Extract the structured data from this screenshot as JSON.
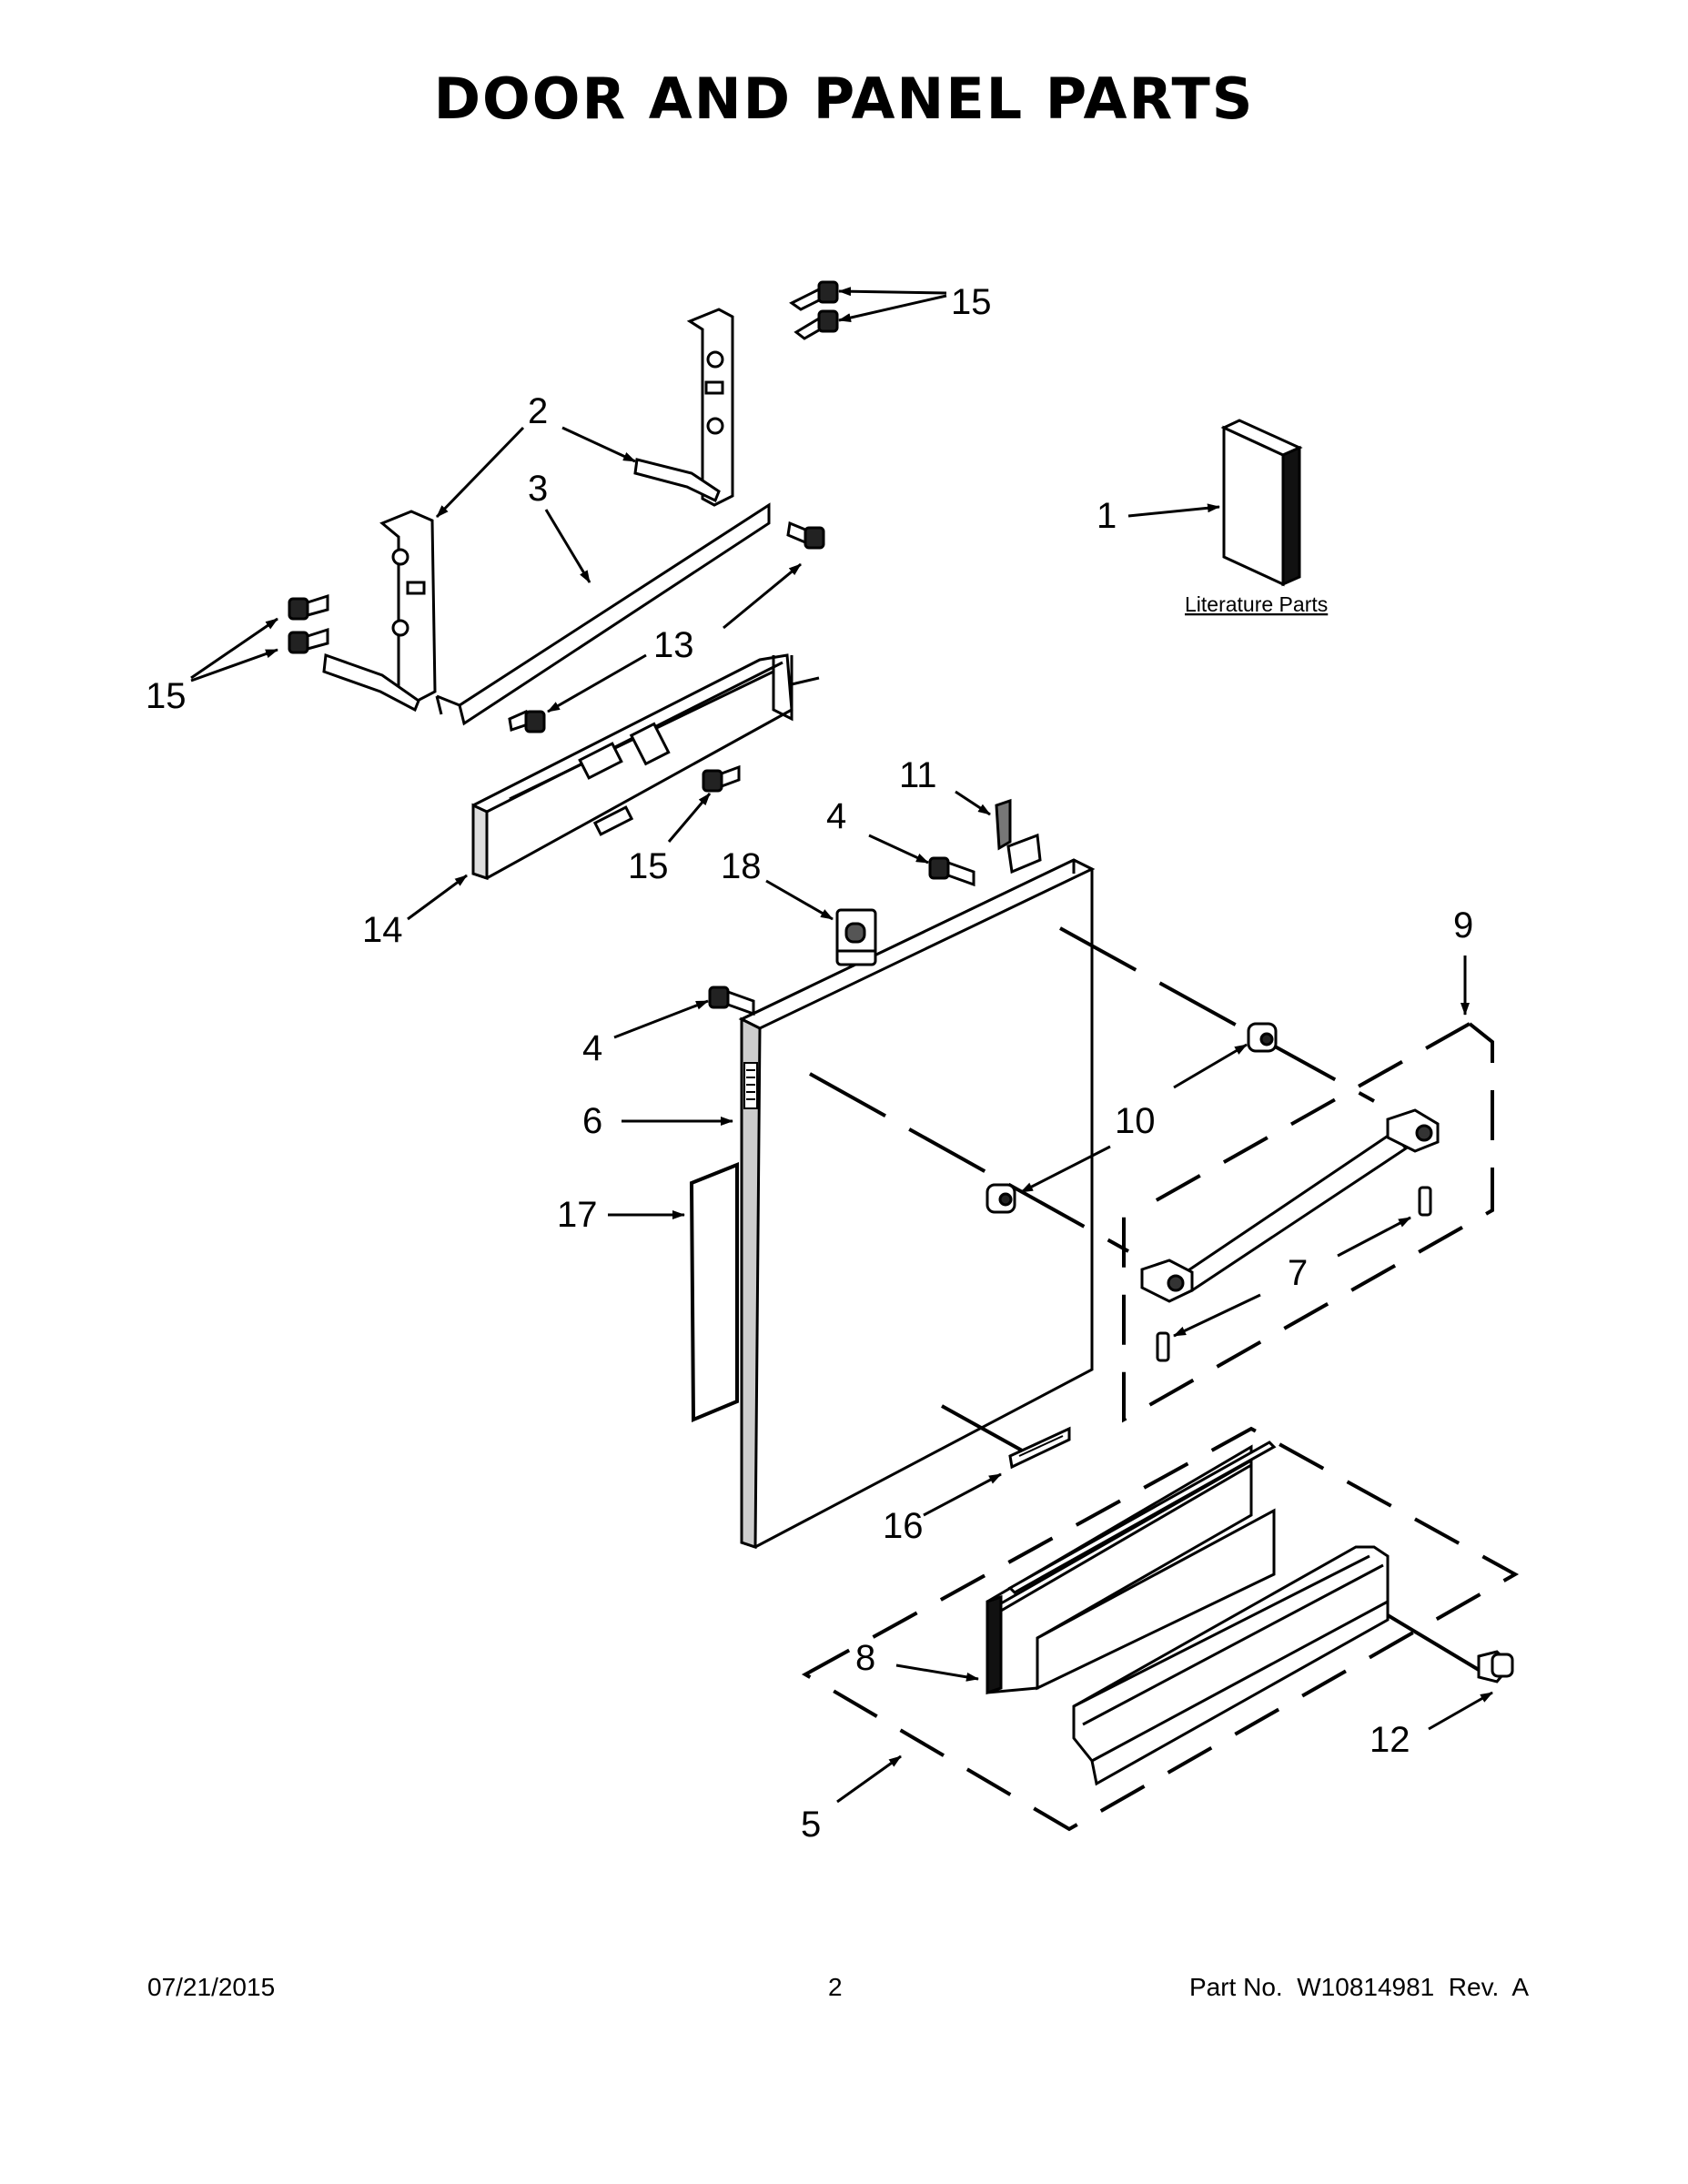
{
  "title": "DOOR AND PANEL PARTS",
  "literature_label": "Literature Parts",
  "callouts": {
    "c1": "1",
    "c2": "2",
    "c3": "3",
    "c4a": "4",
    "c4b": "4",
    "c5": "5",
    "c6": "6",
    "c7": "7",
    "c8": "8",
    "c9": "9",
    "c10": "10",
    "c11": "11",
    "c12": "12",
    "c13": "13",
    "c14": "14",
    "c15a": "15",
    "c15b": "15",
    "c15c": "15",
    "c16": "16",
    "c17": "17",
    "c18": "18"
  },
  "footer": {
    "date": "07/21/2015",
    "page": "2",
    "part": "Part No.  W10814981  Rev.  A"
  }
}
